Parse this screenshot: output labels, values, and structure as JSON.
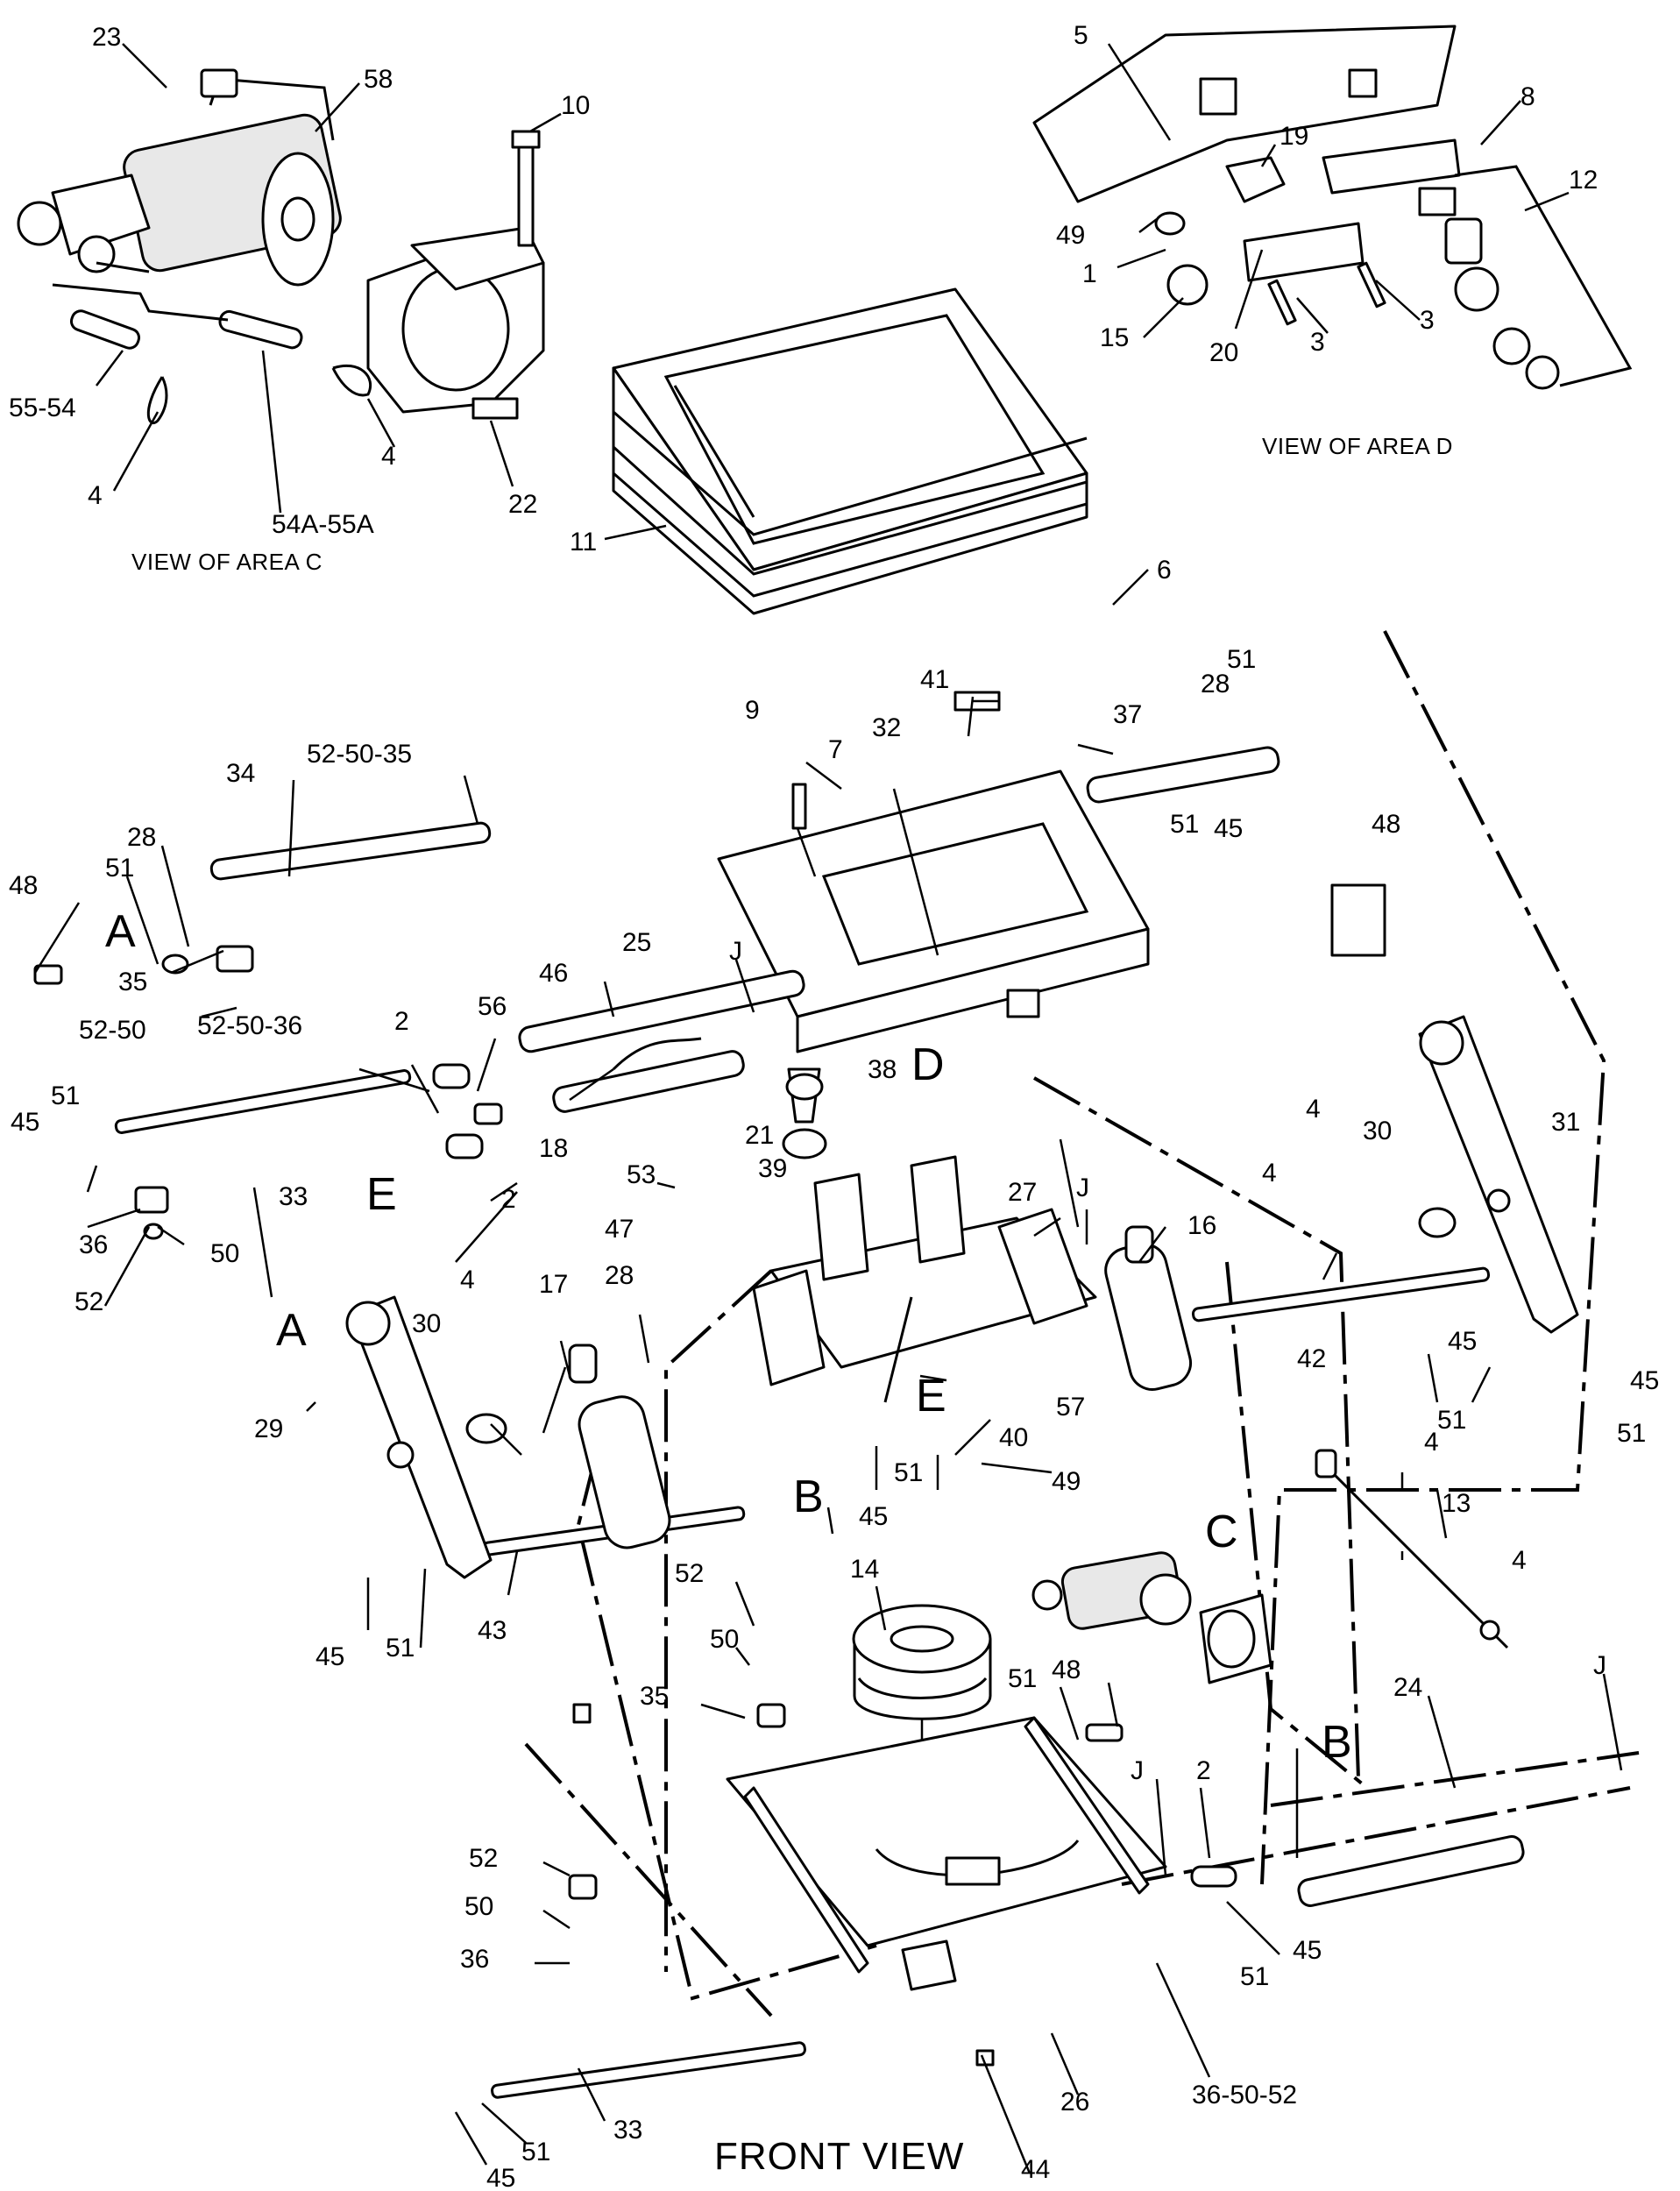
{
  "labels": {
    "p1": "1",
    "p2a": "2",
    "p2b": "2",
    "p2c": "2",
    "p3a": "3",
    "p3b": "3",
    "p4a": "4",
    "p4b": "4",
    "p4c": "4",
    "p4d": "4",
    "p4e": "4",
    "p4f": "4",
    "p4g": "4",
    "p5": "5",
    "p6": "6",
    "p7": "7",
    "p8": "8",
    "p9": "9",
    "p10": "10",
    "p11": "11",
    "p12": "12",
    "p13": "13",
    "p14": "14",
    "p15": "15",
    "p16": "16",
    "p17": "17",
    "p18": "18",
    "p19": "19",
    "p20": "20",
    "p21": "21",
    "p22": "22",
    "p23": "23",
    "p24": "24",
    "p25": "25",
    "p26": "26",
    "p27": "27",
    "p28a": "28",
    "p28b": "28",
    "p28c": "28",
    "p29": "29",
    "p30a": "30",
    "p30b": "30",
    "p31": "31",
    "p32": "32",
    "p33a": "33",
    "p33b": "33",
    "p34": "34",
    "p35a": "35",
    "p35b": "35",
    "p36a": "36",
    "p36b": "36",
    "p37": "37",
    "p38": "38",
    "p39": "39",
    "p40": "40",
    "p41": "41",
    "p42": "42",
    "p43": "43",
    "p44": "44",
    "p45a": "45",
    "p45b": "45",
    "p45c": "45",
    "p45d": "45",
    "p45e": "45",
    "p45f": "45",
    "p45g": "45",
    "p45h": "45",
    "p46": "46",
    "p47": "47",
    "p48a": "48",
    "p48b": "48",
    "p48c": "48",
    "p49a": "49",
    "p49b": "49",
    "p50a": "50",
    "p50b": "50",
    "p50c": "50",
    "p51a": "51",
    "p51b": "51",
    "p51c": "51",
    "p51d": "51",
    "p51e": "51",
    "p51f": "51",
    "p51g": "51",
    "p51h": "51",
    "p51i": "51",
    "p51j": "51",
    "p51k": "51",
    "p52a": "52",
    "p52b": "52",
    "p52c": "52",
    "p53": "53",
    "p56": "56",
    "p57": "57",
    "p58": "58",
    "p52_50_35": "52-50-35",
    "p52_50": "52-50",
    "p52_50_36": "52-50-36",
    "p36_50_52": "36-50-52",
    "p55_54": "55-54",
    "p54a_55a": "54A-55A",
    "jA": "J",
    "jB": "J",
    "jC": "J",
    "jD": "J",
    "refA1": "A",
    "refA2": "A",
    "refB1": "B",
    "refB2": "B",
    "refC": "C",
    "refD": "D",
    "refE1": "E",
    "refE2": "E"
  },
  "captions": {
    "area_c": "VIEW OF AREA C",
    "area_d": "VIEW OF AREA D",
    "front_view": "FRONT VIEW"
  }
}
